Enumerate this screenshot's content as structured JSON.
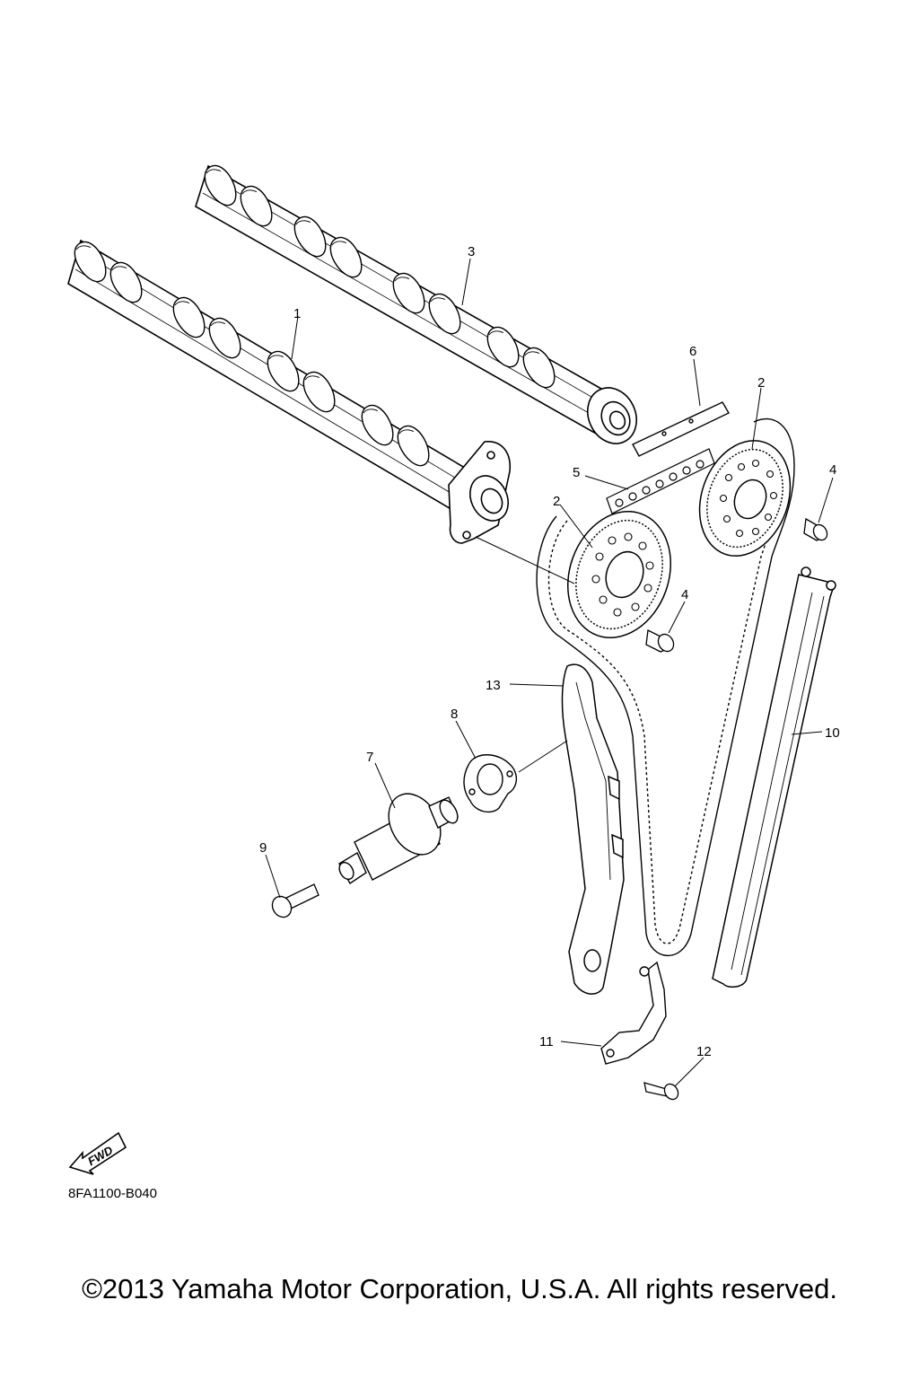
{
  "diagram": {
    "callouts": {
      "c1": "1",
      "c2a": "2",
      "c2b": "2",
      "c3": "3",
      "c4a": "4",
      "c4b": "4",
      "c5": "5",
      "c6": "6",
      "c7": "7",
      "c8": "8",
      "c9": "9",
      "c10": "10",
      "c11": "11",
      "c12": "12",
      "c13": "13"
    },
    "fwd_label": "FWD",
    "code": "8FA1100-B040"
  },
  "footer": {
    "copyright": "©2013 Yamaha Motor Corporation, U.S.A. All rights reserved."
  }
}
